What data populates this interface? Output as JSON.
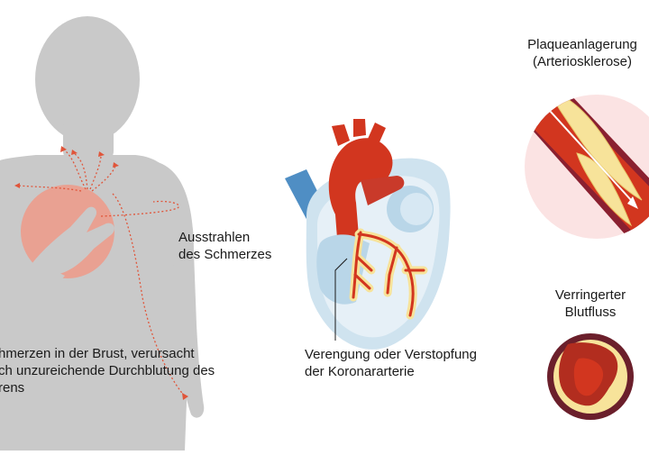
{
  "labels": {
    "radiation": [
      "Ausstrahlen",
      "des Schmerzes"
    ],
    "chest_pain": [
      "hmerzen in der Brust, verursacht",
      "ch unzureichende Durchblutung des",
      "rens"
    ],
    "stenosis": [
      "Verengung oder Verstopfung",
      "der Koronararterie"
    ],
    "plaque": [
      "Plaqueanlagerung",
      "(Arteriosklerose)"
    ],
    "reduced_flow": [
      "Verringerter",
      "Blutfluss"
    ]
  },
  "colors": {
    "body": "#c9c9c9",
    "chest_glow": "#ec9c8c",
    "pain_arrow": "#e0553a",
    "heart_outline": "#cfe3ef",
    "heart_body": "#b9d6e8",
    "artery_red": "#d2361f",
    "vein_blue": "#4f8ec4",
    "plaque_yellow": "#f7e39a",
    "vessel_bg": "#fbe3e3",
    "ring_dark": "#6b1f2b"
  },
  "icons": [
    "body-silhouette",
    "hand-on-chest",
    "heart-illustration",
    "artery-plaque-illustration",
    "artery-cross-section"
  ]
}
